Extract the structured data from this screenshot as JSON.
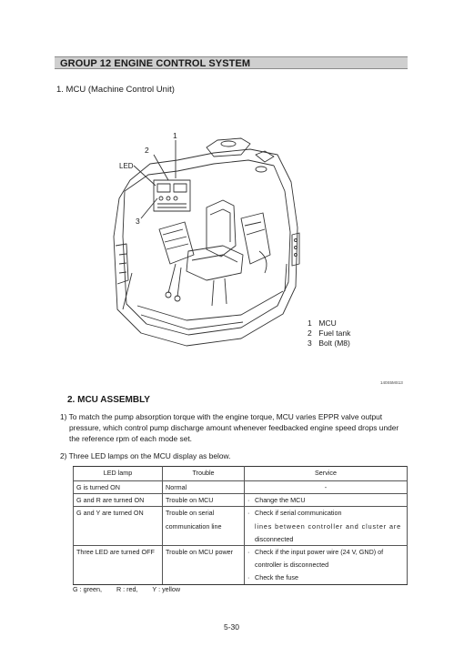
{
  "group_title": "GROUP  12  ENGINE CONTROL SYSTEM",
  "section1": "1.  MCU (Machine Control Unit)",
  "figure": {
    "callouts": {
      "one": "1",
      "two": "2",
      "three": "3",
      "led": "LED"
    },
    "legend": [
      {
        "num": "1",
        "label": "MCU"
      },
      {
        "num": "2",
        "label": "Fuel tank"
      },
      {
        "num": "3",
        "label": "Bolt (M8)"
      }
    ],
    "code": "140S5MS13"
  },
  "section2": "2.  MCU ASSEMBLY",
  "para1": {
    "first": "1) To match the pump absorption torque with the engine torque, MCU varies EPPR valve output",
    "line2": "pressure, which control pump discharge amount whenever feedbacked engine speed drops under",
    "line3": "the reference rpm of each mode set."
  },
  "para2": "2) Three LED lamps on the MCU display as below.",
  "table": {
    "headers": [
      "LED lamp",
      "Trouble",
      "Service"
    ],
    "dash": "-",
    "bullet": "·",
    "rows": {
      "r1": {
        "lamp": "G is turned ON",
        "trouble": "Normal"
      },
      "r2": {
        "lamp": "G and R are turned ON",
        "trouble": "Trouble on MCU",
        "s1": "Change the MCU"
      },
      "r3": {
        "lamp": "G and Y are turned ON",
        "trouble1": "Trouble on serial",
        "trouble2": "communication line",
        "s1": "Check if serial communication",
        "s2": "lines between controller and cluster are",
        "s3": "disconnected"
      },
      "r4": {
        "lamp": "Three LED are turned OFF",
        "trouble": "Trouble on MCU power",
        "s1": "Check if the input power wire (24 V, GND) of",
        "s2": "controller is disconnected",
        "s3": "Check the fuse"
      }
    }
  },
  "color_codes": [
    "G : green,",
    "R : red,",
    "Y : yellow"
  ],
  "page_number": "5-30"
}
